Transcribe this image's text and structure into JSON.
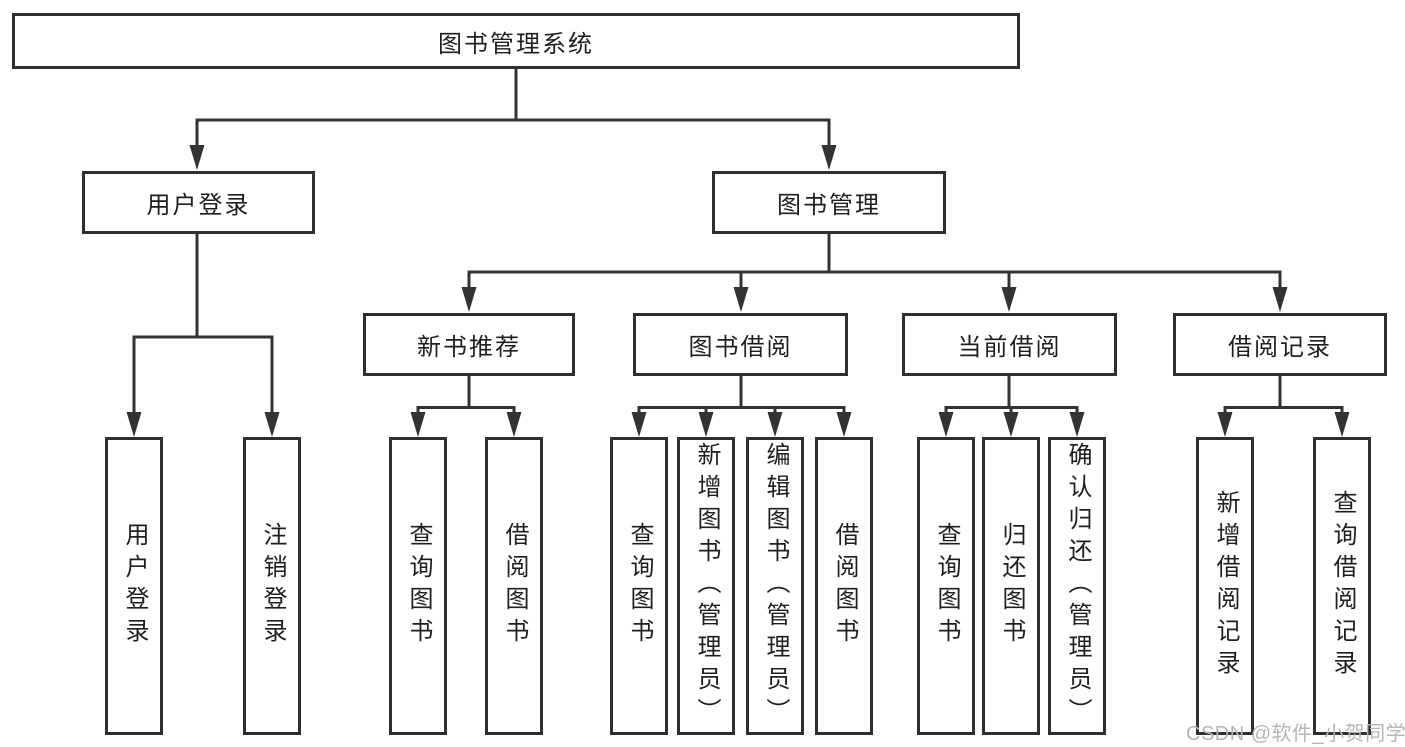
{
  "diagram_type": "function-structure-tree",
  "colors": {
    "background": "#ffffff",
    "line": "#333333",
    "box_border": "#2f2f2f",
    "text": "#1f1f1f",
    "watermark": "#b5b5b5"
  },
  "tree": {
    "label": "图书管理系统",
    "children": [
      {
        "label": "用户登录",
        "children": [
          {
            "label": "用户登录"
          },
          {
            "label": "注销登录"
          }
        ]
      },
      {
        "label": "图书管理",
        "children": [
          {
            "label": "新书推荐",
            "children": [
              {
                "label": "查询图书"
              },
              {
                "label": "借阅图书"
              }
            ]
          },
          {
            "label": "图书借阅",
            "children": [
              {
                "label": "查询图书"
              },
              {
                "label": "新增图书（管理员）"
              },
              {
                "label": "编辑图书（管理员）"
              },
              {
                "label": "借阅图书"
              }
            ]
          },
          {
            "label": "当前借阅",
            "children": [
              {
                "label": "查询图书"
              },
              {
                "label": "归还图书"
              },
              {
                "label": "确认归还（管理员）"
              }
            ]
          },
          {
            "label": "借阅记录",
            "children": [
              {
                "label": "新增借阅记录"
              },
              {
                "label": "查询借阅记录"
              }
            ]
          }
        ]
      }
    ]
  },
  "watermark": {
    "text": "CSDN @软件_小贺同学"
  }
}
